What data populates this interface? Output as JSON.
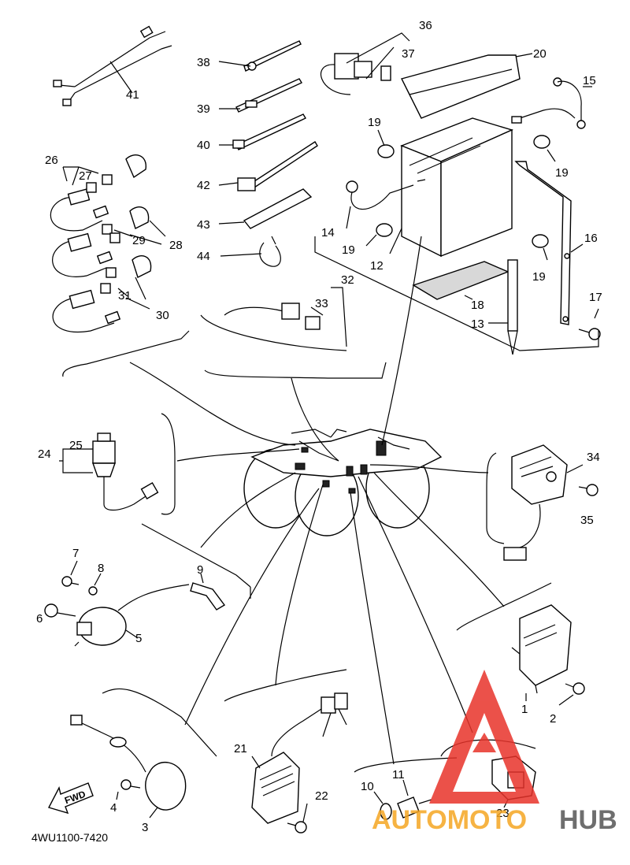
{
  "diagram_code": "4WU1100-7420",
  "fwd_label": "FWD",
  "watermark": {
    "part1": "AUTOMOTO",
    "part2": "HUB",
    "color1": "#f5a623",
    "color2": "#555555",
    "triangle_color": "#e8332a"
  },
  "callouts": {
    "c1": "1",
    "c2": "2",
    "c3": "3",
    "c4": "4",
    "c5": "5",
    "c6": "6",
    "c7": "7",
    "c8": "8",
    "c9": "9",
    "c10": "10",
    "c11": "11",
    "c12": "12",
    "c13": "13",
    "c14": "14",
    "c15": "15",
    "c16": "16",
    "c17": "17",
    "c18": "18",
    "c19a": "19",
    "c19b": "19",
    "c19c": "19",
    "c19d": "19",
    "c20": "20",
    "c21": "21",
    "c22": "22",
    "c23": "23",
    "c24": "24",
    "c25": "25",
    "c26": "26",
    "c27": "27",
    "c28": "28",
    "c29": "29",
    "c30": "30",
    "c31": "31",
    "c32": "32",
    "c33": "33",
    "c34": "34",
    "c35": "35",
    "c36": "36",
    "c37": "37",
    "c38": "38",
    "c39": "39",
    "c40": "40",
    "c41": "41",
    "c42": "42",
    "c43": "43",
    "c44": "44"
  }
}
